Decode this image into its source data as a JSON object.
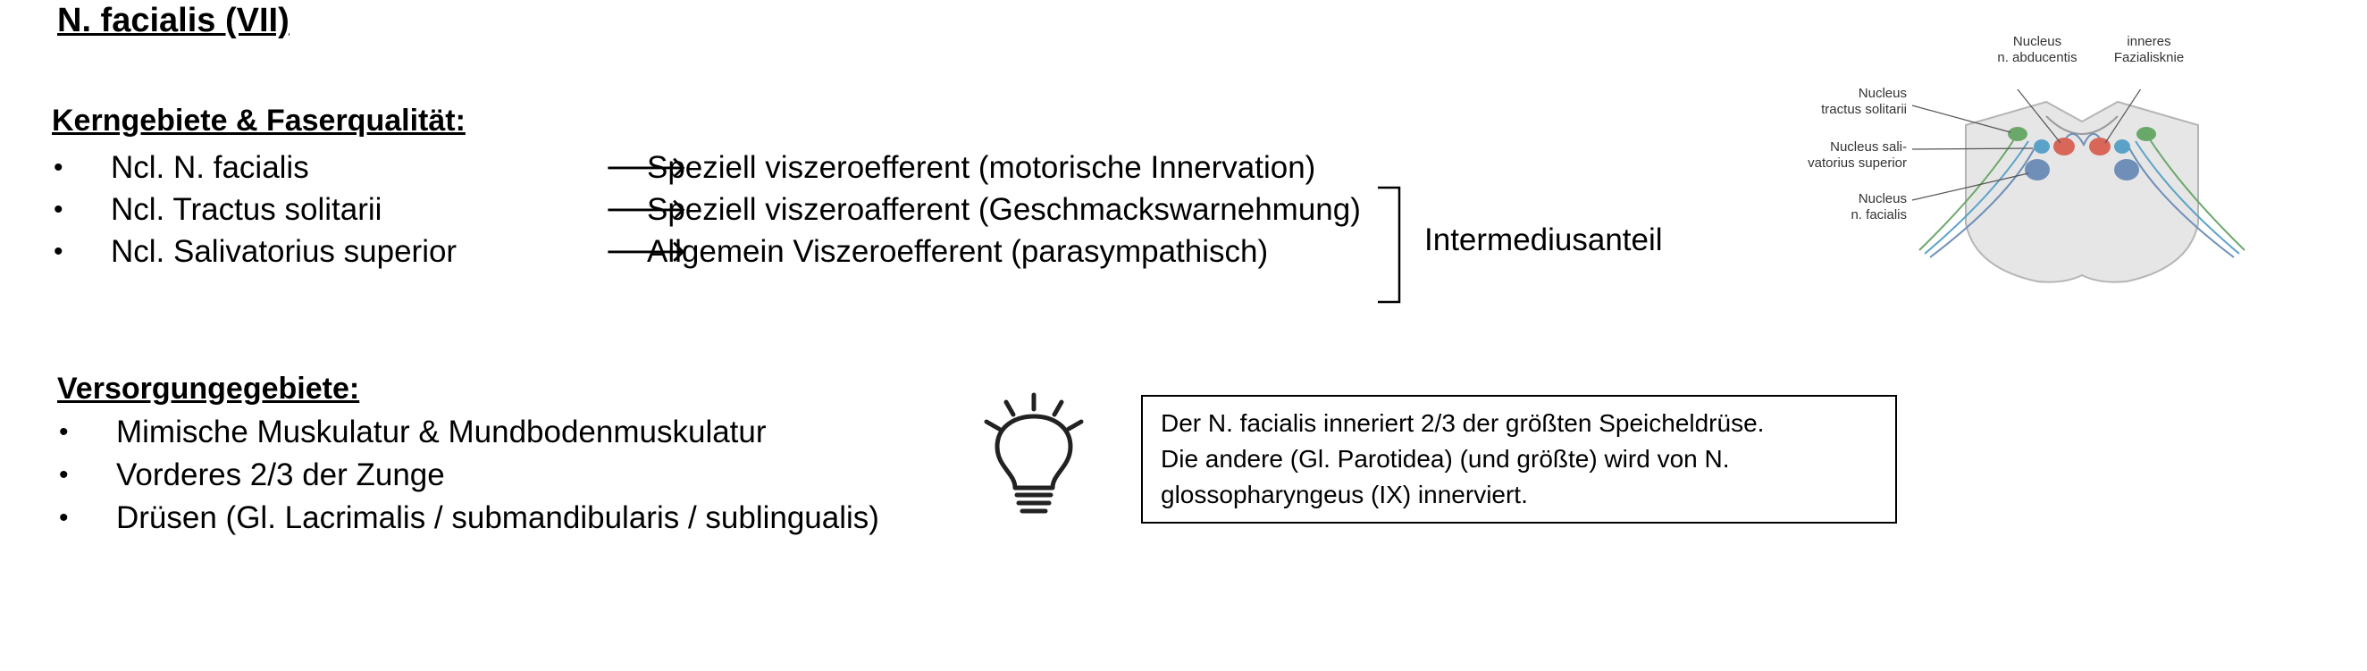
{
  "title": "N. facialis (VII)",
  "kerngebiete": {
    "heading": "Kerngebiete & Faserqualität:",
    "items": [
      {
        "bullet": "•",
        "nucleus": "Ncl. N. facialis",
        "arrow": "🡒",
        "quality": "Speziell viszeroefferent (motorische Innervation)"
      },
      {
        "bullet": "•",
        "nucleus": "Ncl. Tractus solitarii",
        "arrow": "🡒",
        "quality": "Speziell viszeroafferent (Geschmackswarnehmung)"
      },
      {
        "bullet": "•",
        "nucleus": "Ncl. Salivatorius superior",
        "arrow": "🡒",
        "quality": "Allgemein Viszeroefferent (parasympathisch)"
      }
    ],
    "bracket_label": "Intermediusanteil"
  },
  "versorgung": {
    "heading": "Versorgungegebiete:",
    "items": [
      {
        "bullet": "•",
        "text": "Mimische Muskulatur & Mundbodenmuskulatur"
      },
      {
        "bullet": "•",
        "text": "Vorderes 2/3 der Zunge"
      },
      {
        "bullet": "•",
        "text": "Drüsen (Gl. Lacrimalis / submandibularis / sublingualis)"
      }
    ]
  },
  "lightbulb_icon": "lightbulb-icon",
  "note": {
    "lines": [
      "Der N. facialis inneriert 2/3 der größten Speicheldrüse.",
      "Die andere (Gl. Parotidea) (und größte) wird von N.",
      "glossopharyngeus (IX) innerviert."
    ]
  },
  "diagram": {
    "labels": {
      "abducens": [
        "Nucleus",
        "n. abducentis"
      ],
      "knee": [
        "inneres",
        "Fazialisknie"
      ],
      "solitarius": [
        "Nucleus",
        "tractus solitarii"
      ],
      "salivatorius": [
        "Nucleus sali-",
        "vatorius superior"
      ],
      "facialis": [
        "Nucleus",
        "n. facialis"
      ]
    },
    "colors": {
      "brainstem": "#e6e6e6",
      "green": "#6aa86a",
      "red": "#d8675a",
      "blue": "#6f8fb8",
      "teal": "#5aa2c8"
    }
  }
}
